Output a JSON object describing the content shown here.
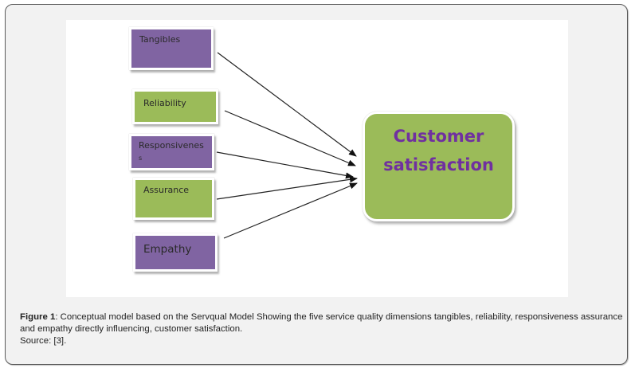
{
  "figure": {
    "inputs": [
      {
        "id": "tangibles",
        "label": "Tangibles",
        "color": "#8064a2"
      },
      {
        "id": "reliability",
        "label": "Reliability",
        "color": "#9bbb59"
      },
      {
        "id": "responsiveness",
        "label_line1": "Responsivenes",
        "label_line2": "s",
        "color": "#8064a2"
      },
      {
        "id": "assurance",
        "label": "Assurance",
        "color": "#9bbb59"
      },
      {
        "id": "empathy",
        "label": "Empathy",
        "color": "#8064a2"
      }
    ],
    "outcome": {
      "line1": "Customer",
      "line2": "satisfaction",
      "fill": "#9bbb59",
      "text_color": "#7030a0"
    },
    "edges": [
      {
        "from": "tangibles",
        "to": "customer-satisfaction"
      },
      {
        "from": "reliability",
        "to": "customer-satisfaction"
      },
      {
        "from": "responsiveness",
        "to": "customer-satisfaction"
      },
      {
        "from": "assurance",
        "to": "customer-satisfaction"
      },
      {
        "from": "empathy",
        "to": "customer-satisfaction"
      }
    ]
  },
  "caption": {
    "label": "Figure 1",
    "text": ": Conceptual model based on the Servqual Model Showing the five service quality dimensions tangibles, reliability, responsiveness assurance and empathy directly influencing, customer satisfaction.",
    "source": "Source: [3]."
  }
}
